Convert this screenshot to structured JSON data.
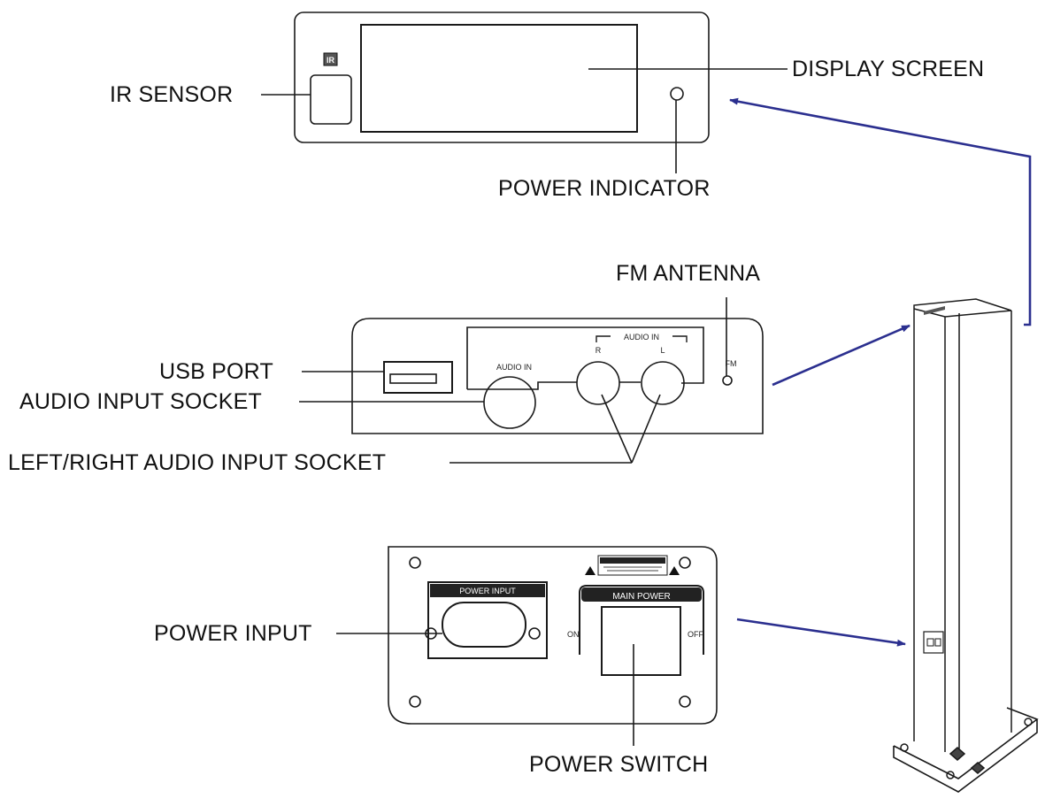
{
  "labels": {
    "ir_sensor": "IR SENSOR",
    "display_screen": "DISPLAY SCREEN",
    "power_indicator": "POWER INDICATOR",
    "fm_antenna": "FM ANTENNA",
    "usb_port": "USB PORT",
    "audio_input_socket": "AUDIO INPUT SOCKET",
    "left_right_audio_input_socket": "LEFT/RIGHT AUDIO INPUT SOCKET",
    "power_input": "POWER INPUT",
    "power_switch": "POWER SWITCH"
  },
  "panel_markings": {
    "ir_badge": "IR",
    "audio_in_single": "AUDIO IN",
    "audio_in_pair": "AUDIO IN",
    "right_channel": "R",
    "left_channel": "L",
    "fm": "FM",
    "power_input_header": "POWER INPUT",
    "main_power_header": "MAIN POWER",
    "switch_on": "ON",
    "switch_off": "OFF"
  },
  "colors": {
    "line": "#1a1a1a",
    "arrow": "#2b2f8f"
  }
}
